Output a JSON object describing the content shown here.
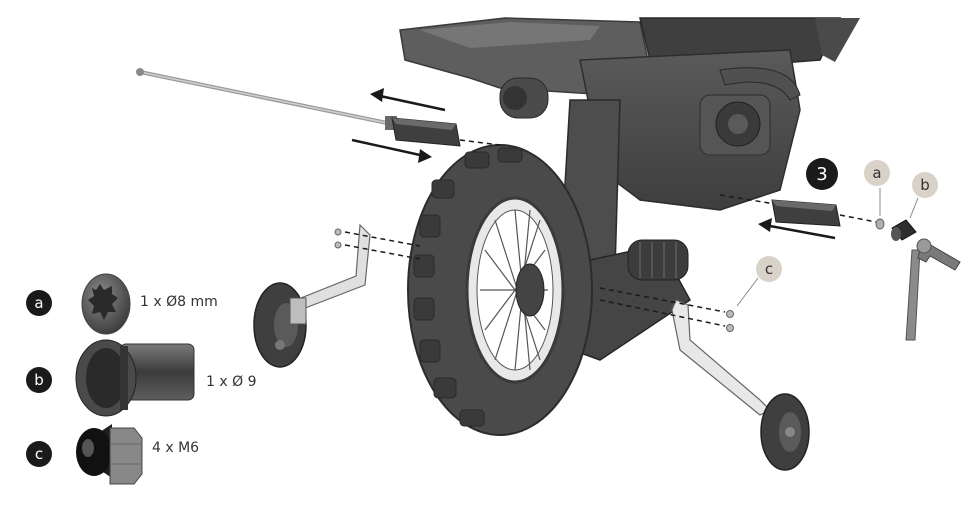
{
  "step": {
    "number": "3"
  },
  "callouts": {
    "a": "a",
    "b": "b",
    "c": "c"
  },
  "legend": [
    {
      "letter": "a",
      "quantity": "1 x Ø8 mm",
      "part_icon": "cap-nut-icon"
    },
    {
      "letter": "b",
      "quantity": "1 x Ø 9",
      "part_icon": "spacer-tube-icon"
    },
    {
      "letter": "c",
      "quantity": "4 x M6",
      "part_icon": "hex-nut-icon"
    }
  ],
  "illustration": {
    "subject": "motorcycle-rear-wheel-assembly-icon",
    "tools": [
      "hammer-icon"
    ]
  },
  "colors": {
    "part_dark": "#4a4a4a",
    "part_mid": "#6b6b6b",
    "badge_light": "#d8d2c8",
    "badge_dark": "#1a1a1a"
  }
}
